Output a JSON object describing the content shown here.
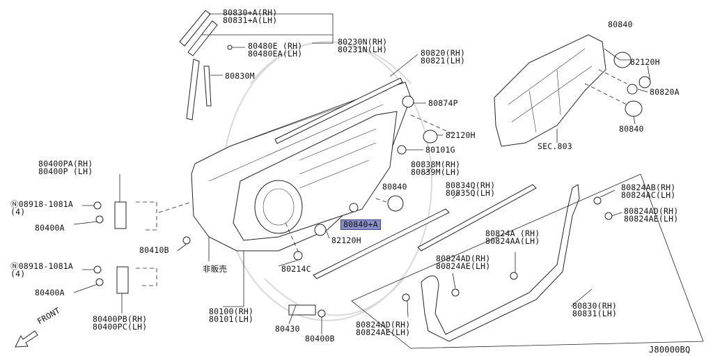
{
  "diagram_code": "J80000BQ",
  "front_label": "FRONT",
  "not_for_sale": "非販売",
  "labels": {
    "p80830A": [
      "80830+A(RH)",
      "80831+A(LH)"
    ],
    "p80230N": [
      "80230N(RH)",
      "80231N(LH)"
    ],
    "p80480E": [
      "80480E (RH)",
      "80480EA(LH)"
    ],
    "p80830M": "80830M",
    "p80820": [
      "80820(RH)",
      "80821(LH)"
    ],
    "p80874P": "80874P",
    "p82120H_a": "82120H",
    "p80101G": "80101G",
    "p80838M": [
      "80838M(RH)",
      "80839M(LH)"
    ],
    "p80834Q": [
      "80834Q(RH)",
      "80835Q(LH)"
    ],
    "p80840_mid": "80840",
    "p80840A": "80840+A",
    "p82120H_b": "82120H",
    "p80840_tr": "80840",
    "p82120H_tr": "82120H",
    "p80820A": "80820A",
    "p80840_br": "80840",
    "sec803": "SEC.803",
    "p80400PA": [
      "80400PA(RH)",
      "80400P (LH)"
    ],
    "n08918_a": "Ⓝ08918-1081A",
    "qty_a": "(4)",
    "p80400A_a": "80400A",
    "p80410B": "80410B",
    "n08918_b": "Ⓝ08918-1081A",
    "qty_b": "(4)",
    "p80400A_b": "80400A",
    "p80400PB": [
      "80400PB(RH)",
      "80400PC(LH)"
    ],
    "p80214C": "80214C",
    "p80100": [
      "80100(RH)",
      "80101(LH)"
    ],
    "p80430": "80430",
    "p80400B": "80400B",
    "p80824AB": [
      "80824AB(RH)",
      "80824AC(LH)"
    ],
    "p80824AD_r": [
      "80824AD(RH)",
      "80824AE(LH)"
    ],
    "p80824A": [
      "80824A (RH)",
      "80824AA(LH)"
    ],
    "p80824AD_m": [
      "80824AD(RH)",
      "80824AE(LH)"
    ],
    "p80824AD_l": [
      "80824AD(RH)",
      "80824AE(LH)"
    ],
    "p80830": [
      "80830(RH)",
      "80831(LH)"
    ]
  },
  "colors": {
    "highlight": "#8a8fc9",
    "line": "#222222"
  }
}
